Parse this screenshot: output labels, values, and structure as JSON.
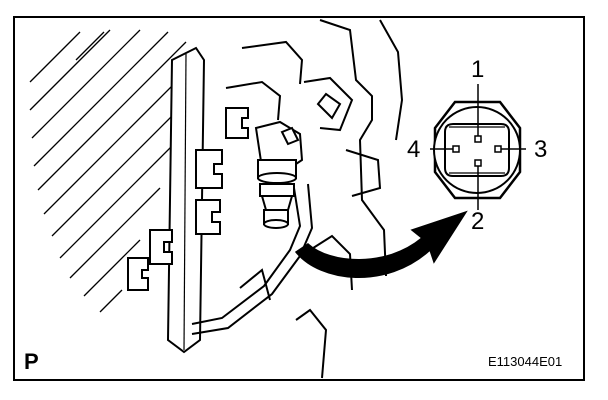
{
  "figure": {
    "corner_label": "P",
    "figure_code": "E113044E01",
    "pins": [
      {
        "label": "1"
      },
      {
        "label": "2"
      },
      {
        "label": "3"
      },
      {
        "label": "4"
      }
    ]
  }
}
